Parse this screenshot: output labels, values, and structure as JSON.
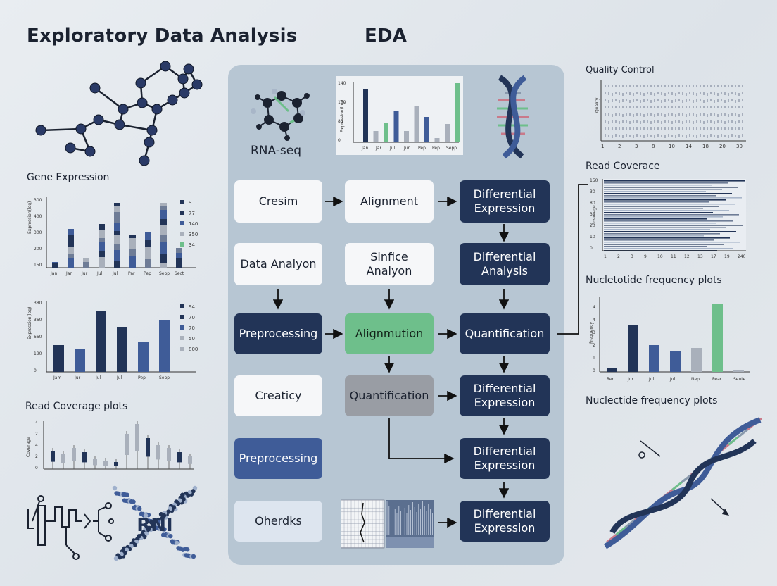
{
  "header": {
    "title": "Exploratory Data Analysis",
    "acronym": "EDA"
  },
  "left": {
    "gene_expression_label": "Gene Expression",
    "read_coverage_label": "Read Coverage plots",
    "chart1_legend": [
      "S",
      "77",
      "140",
      "350",
      "34"
    ],
    "chart1_xticks": [
      "Jan",
      "Jar",
      "Jur",
      "Jul",
      "Jul",
      "Par",
      "Pep",
      "Sepp",
      "Sect"
    ],
    "chart1_yticks": [
      "300",
      "400",
      "300",
      "200",
      "150"
    ],
    "chart2_legend": [
      "94",
      "70",
      "70",
      "50",
      "800"
    ],
    "chart2_xticks": [
      "Jam",
      "Jur",
      "Jul",
      "Jul",
      "Pep",
      "Sepp"
    ],
    "chart2_yticks": [
      "380",
      "360",
      "660",
      "190",
      "0"
    ],
    "chart3_yticks": [
      "4",
      "2",
      "4",
      "2",
      "0"
    ],
    "rni_text": "RNI"
  },
  "center": {
    "rna_seq_label": "RNA-seq",
    "chart_xticks": [
      "Jan",
      "Jar",
      "Jul",
      "Jun",
      "Pep",
      "Pep",
      "Sepp"
    ],
    "chart_yticks": [
      "140",
      "100",
      "80",
      "0"
    ],
    "boxes": [
      {
        "id": "cresim",
        "label": "Cresim"
      },
      {
        "id": "alignment",
        "label": "Alignment"
      },
      {
        "id": "diffexpr1",
        "label": "Differential Expression"
      },
      {
        "id": "data-analyon",
        "label": "Data Analyon"
      },
      {
        "id": "sinfice-analyon",
        "label": "Sinfice Analyon"
      },
      {
        "id": "diffanalysis",
        "label": "Differential Analysis"
      },
      {
        "id": "preprocessing1",
        "label": "Preprocessing"
      },
      {
        "id": "alignmution",
        "label": "Alignmution"
      },
      {
        "id": "quantification1",
        "label": "Quantification"
      },
      {
        "id": "creaticy",
        "label": "Creaticy"
      },
      {
        "id": "quantification2",
        "label": "Quantification"
      },
      {
        "id": "diffexpr2",
        "label": "Differential Expression"
      },
      {
        "id": "preprocessing2",
        "label": "Preprocessing"
      },
      {
        "id": "diffexpr3",
        "label": "Differential Expression"
      },
      {
        "id": "oherdks",
        "label": "Oherdks"
      },
      {
        "id": "diffexpr4",
        "label": "Differential Expression"
      }
    ]
  },
  "right": {
    "quality_control_label": "Quality Control",
    "qc_xticks": [
      "1",
      "2",
      "3",
      "8",
      "10",
      "14",
      "18",
      "20",
      "30"
    ],
    "read_coverage_label": "Read Coverace",
    "rc_yticks": [
      "150",
      "30",
      "80",
      "30",
      "20",
      "10",
      "0"
    ],
    "rc_xticks": [
      "1",
      "2",
      "3",
      "9",
      "10",
      "11",
      "12",
      "13",
      "17",
      "19",
      "240"
    ],
    "nuc_freq_label": "Nucletotide frequency plots",
    "nuc_chart_yticks": [
      "4",
      "4",
      "3",
      "2",
      "1",
      "0"
    ],
    "nuc_chart_xticks": [
      "Ren",
      "Jur",
      "Jul",
      "Jul",
      "Nep",
      "Pear",
      "Seute"
    ],
    "nuc_freq_label2": "Nuclectide frequency plots"
  },
  "colors": {
    "navy": "#223457",
    "blue": "#3f5c98",
    "green": "#6ebf8b",
    "gray": "#999da4",
    "panel": "#b7c6d3"
  }
}
